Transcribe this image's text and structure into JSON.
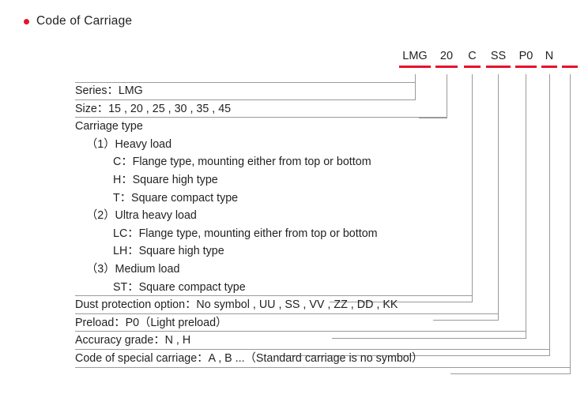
{
  "heading": {
    "bullet_color": "#e8112d",
    "title": "Code of Carriage"
  },
  "code": {
    "underline_color": "#e8112d",
    "segments": [
      {
        "label": "LMG",
        "name": "series"
      },
      {
        "label": "20",
        "name": "size"
      },
      {
        "label": "C",
        "name": "carriage-type"
      },
      {
        "label": "SS",
        "name": "dust-protection"
      },
      {
        "label": "P0",
        "name": "preload"
      },
      {
        "label": "N",
        "name": "accuracy-grade"
      },
      {
        "label": "",
        "name": "special-carriage-code"
      }
    ]
  },
  "rows": {
    "series": "Series：LMG",
    "size": "Size：15 , 20 , 25 , 30 , 35 , 45",
    "carriage_type_title": "Carriage type",
    "group1": "（1）Heavy load",
    "group1_items": [
      "C：Flange type, mounting either from top or bottom",
      "H：Square high type",
      "T：Square compact type"
    ],
    "group2": "（2）Ultra heavy load",
    "group2_items": [
      "LC：Flange type, mounting either from top or bottom",
      "LH：Square high type"
    ],
    "group3": "（3）Medium load",
    "group3_items": [
      "ST：Square compact type"
    ],
    "dust_protection": "Dust protection option：No symbol , UU , SS , VV , ZZ , DD , KK",
    "preload": "Preload：P0（Light preload）",
    "accuracy": "Accuracy grade：N , H",
    "special": "Code of special carriage：A , B ...（Standard carriage is no symbol）"
  }
}
